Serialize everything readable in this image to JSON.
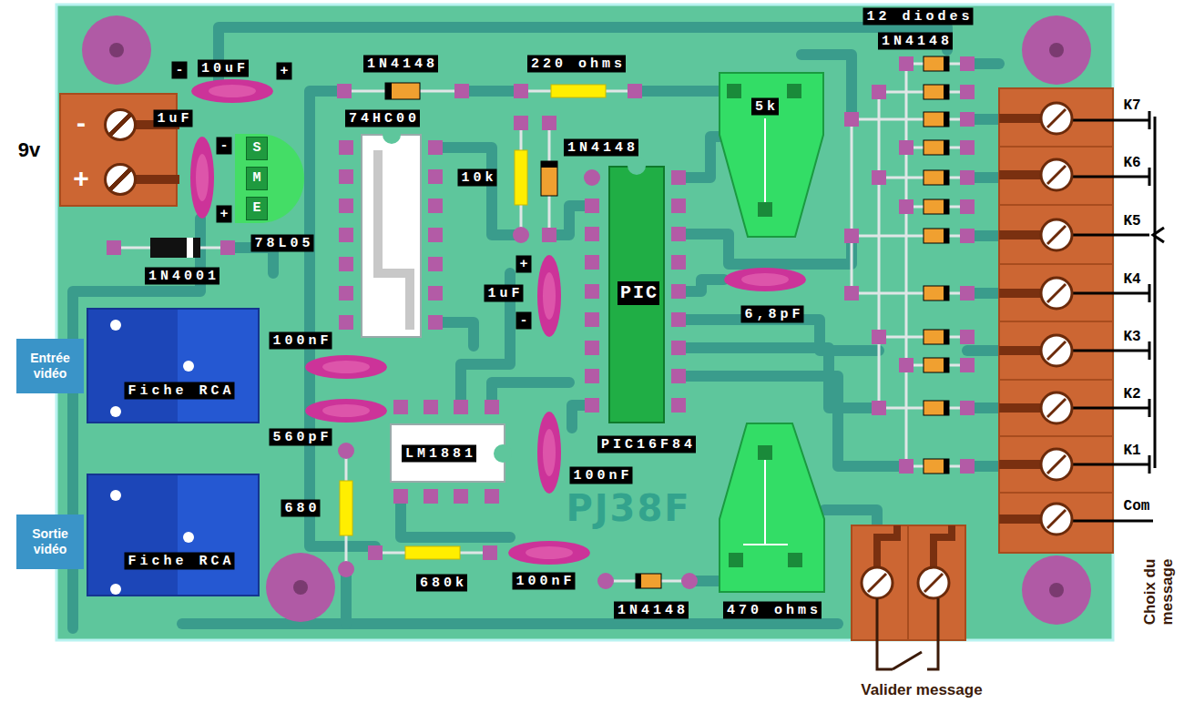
{
  "diagram": {
    "nodes": [
      {
        "text": [
          "-",
          "+"
        ]
      },
      {
        "text": [
          "S",
          "M",
          "E"
        ]
      },
      {
        "text": [
          "5k"
        ]
      },
      {
        "text": [
          "PIC"
        ]
      },
      {
        "text": [
          "Fiche RCA"
        ]
      },
      {
        "text": [
          "Entrée vidéo"
        ]
      },
      {
        "text": [
          "LM1881"
        ]
      },
      {
        "text": [
          "Fiche RCA"
        ]
      },
      {
        "text": [
          "Sortie vidéo"
        ]
      }
    ],
    "labels": [
      "12 diodes",
      "1N4148",
      "10uF",
      "-",
      "+",
      "1uF",
      "-",
      "+",
      "1N4148",
      "220 ohms",
      "74HC00",
      "9v",
      "1N4148",
      "10k",
      "78L05",
      "1N4001",
      "+",
      "1uF",
      "-",
      "6,8pF",
      "100nF",
      "560pF",
      "PIC16F84",
      "100nF",
      "PJ38F",
      "680",
      "680k",
      "100nF",
      "1N4148",
      "470 ohms",
      "K7",
      "K6",
      "K5",
      "K4",
      "K3",
      "K2",
      "K1",
      "Com",
      "Choix du message",
      "Valider message"
    ]
  }
}
